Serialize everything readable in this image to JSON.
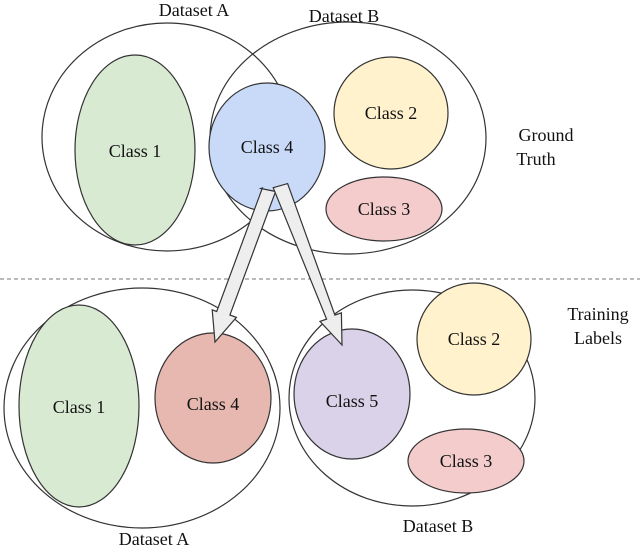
{
  "top": {
    "dataset_a_label": "Dataset A",
    "dataset_b_label": "Dataset B",
    "side_label_line1": "Ground",
    "side_label_line2": "Truth",
    "classes": {
      "class1": "Class 1",
      "class4": "Class 4",
      "class2": "Class 2",
      "class3": "Class 3"
    }
  },
  "bottom": {
    "dataset_a_label": "Dataset A",
    "dataset_b_label": "Dataset B",
    "side_label_line1": "Training",
    "side_label_line2": "Labels",
    "classes": {
      "class1": "Class 1",
      "class4": "Class 4",
      "class5": "Class 5",
      "class2": "Class 2",
      "class3": "Class 3"
    }
  },
  "colors": {
    "class1_fill": "#d9ead3",
    "class4_top_fill": "#c9daf8",
    "class2_fill": "#fff2cc",
    "class3_fill": "#f4cccc",
    "class4_bottom_fill": "#e6b8af",
    "class5_fill": "#d9d2e9",
    "arrow_fill": "#eeeeee",
    "outline": "#333333",
    "divider": "#777777"
  }
}
